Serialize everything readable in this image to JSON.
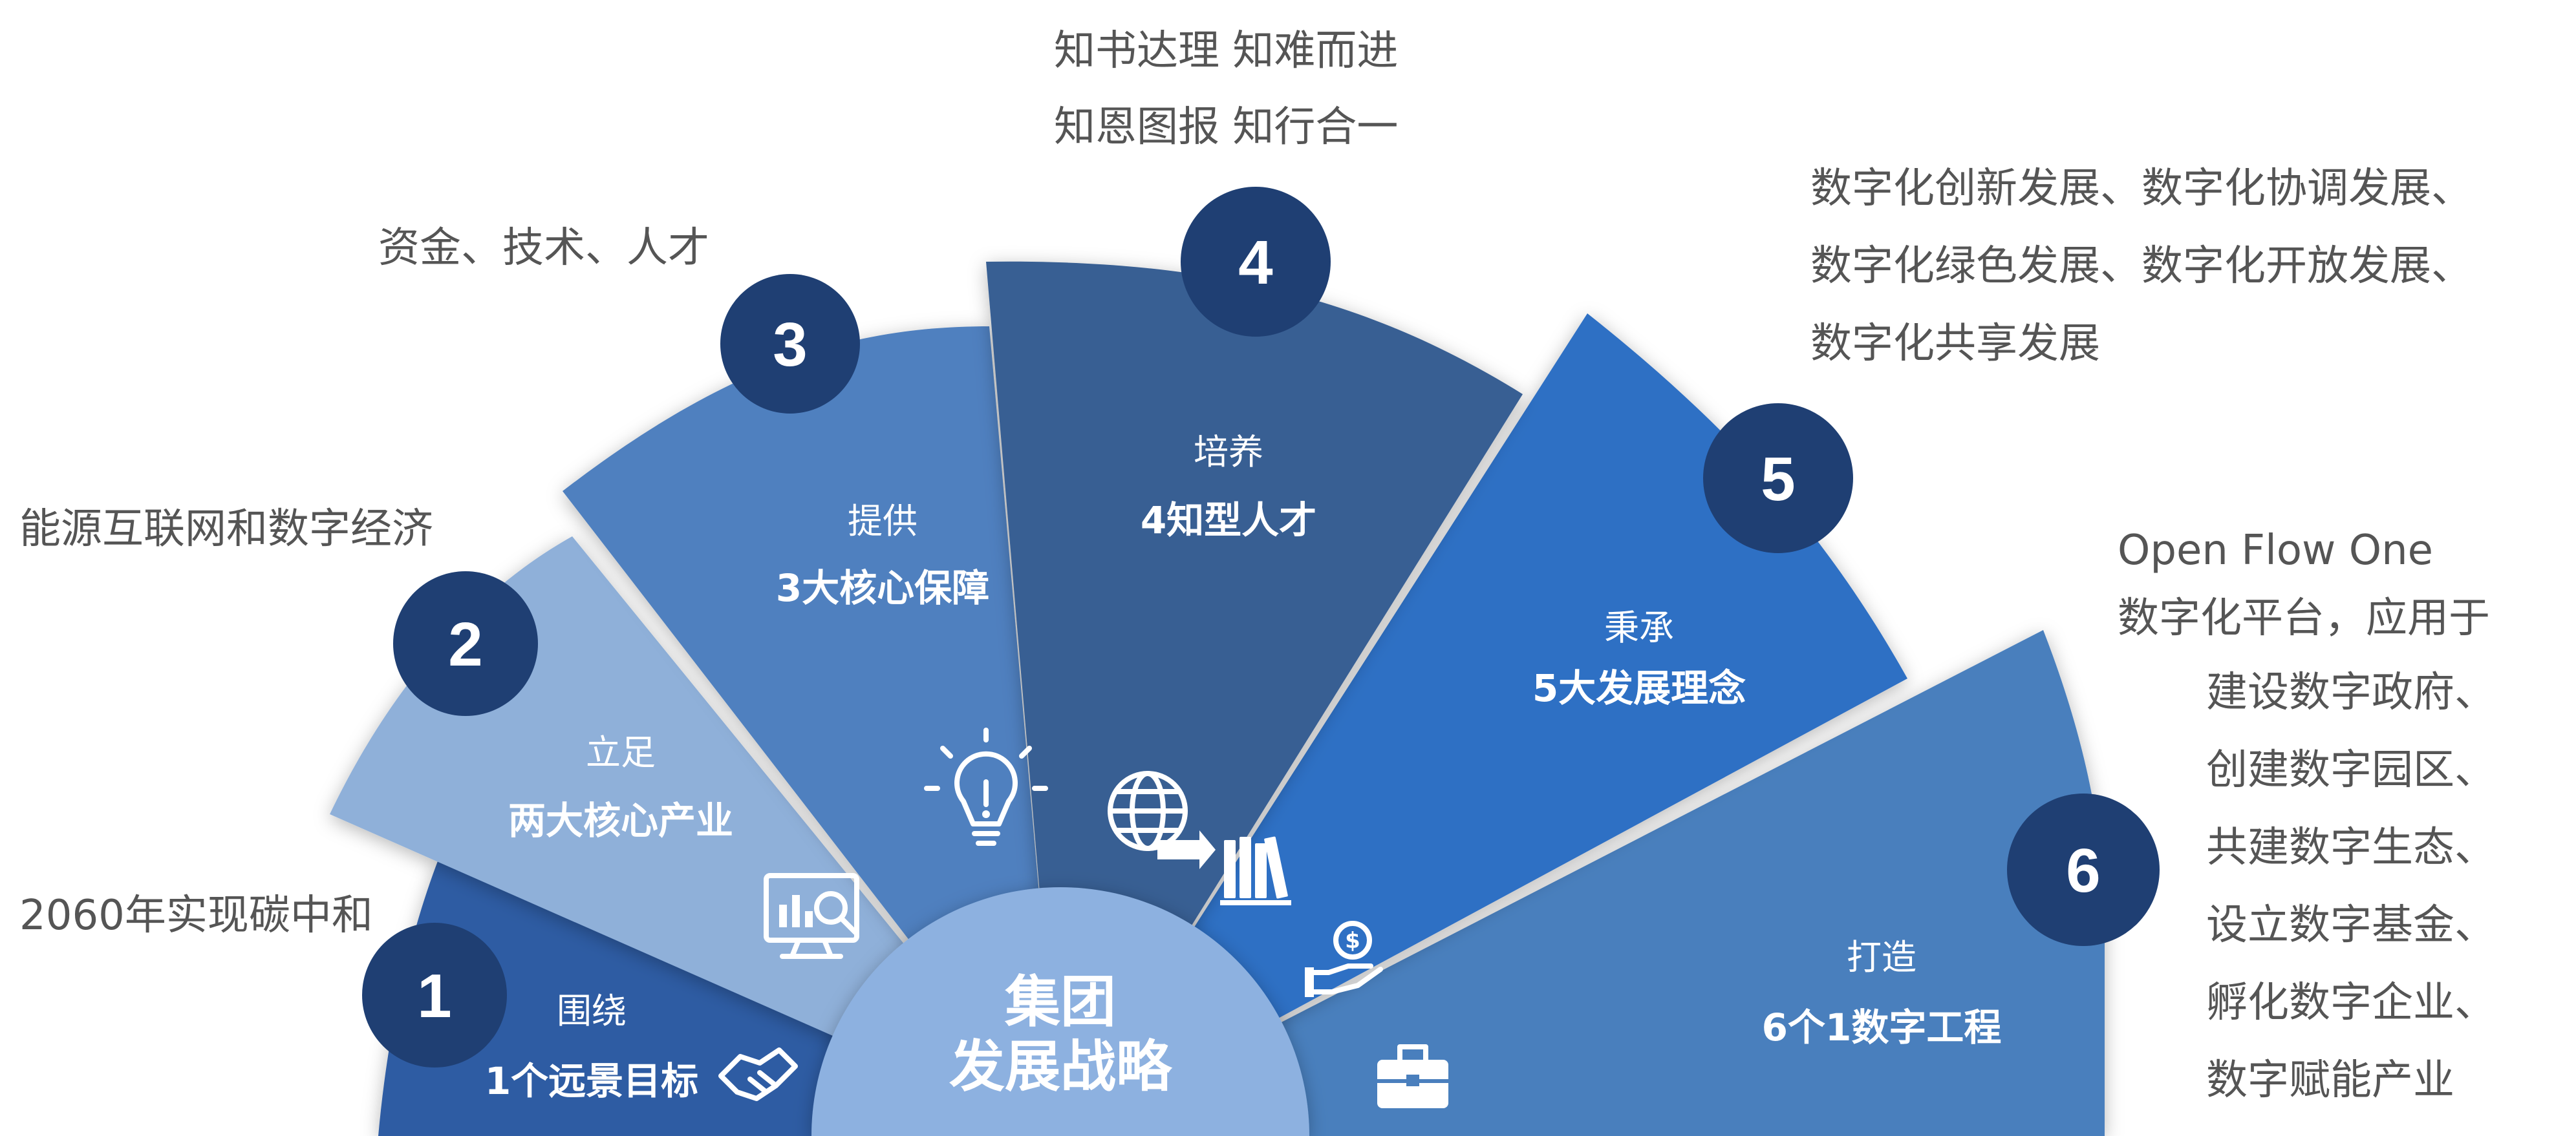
{
  "center": {
    "line1": "集团",
    "line2": "发展战略"
  },
  "segments": [
    {
      "number": "1",
      "verb": "围绕",
      "goal": "1个远景目标",
      "icon": "handshake-icon",
      "description": [
        "2060年实现碳中和"
      ]
    },
    {
      "number": "2",
      "verb": "立足",
      "goal": "两大核心产业",
      "icon": "monitor-analytics-icon",
      "description": [
        "能源互联网和数字经济"
      ]
    },
    {
      "number": "3",
      "verb": "提供",
      "goal": "3大核心保障",
      "icon": "lightbulb-icon",
      "description": [
        "资金、技术、人才"
      ]
    },
    {
      "number": "4",
      "verb": "培养",
      "goal": "4知型人才",
      "icon": "globe-arrow-icon",
      "description": [
        "知书达理 知难而进",
        "知恩图报 知行合一"
      ]
    },
    {
      "number": "5",
      "verb": "秉承",
      "goal": "5大发展理念",
      "icon": "books-icon",
      "description": [
        "数字化创新发展、数字化协调发展、",
        "数字化绿色发展、数字化开放发展、",
        "数字化共享发展"
      ]
    },
    {
      "number": "6",
      "verb": "打造",
      "goal": "6个1数字工程",
      "icon": "briefcase-icon",
      "extra_icon": "money-hand-icon",
      "description": [
        "Open Flow One",
        "数字化平台，应用于",
        "建设数字政府、",
        "创建数字园区、",
        "共建数字生态、",
        "设立数字基金、",
        "孵化数字企业、",
        "数字赋能产业"
      ]
    }
  ],
  "colors": {
    "seg1": "#2e5ca3",
    "seg2": "#8fb0d9",
    "seg3": "#4f80bf",
    "seg4": "#375f93",
    "seg5": "#2f6fc4",
    "seg6": "#4a7fbd",
    "center": "#8db1e0",
    "badge": "#1f3f73",
    "text": "#555555"
  }
}
